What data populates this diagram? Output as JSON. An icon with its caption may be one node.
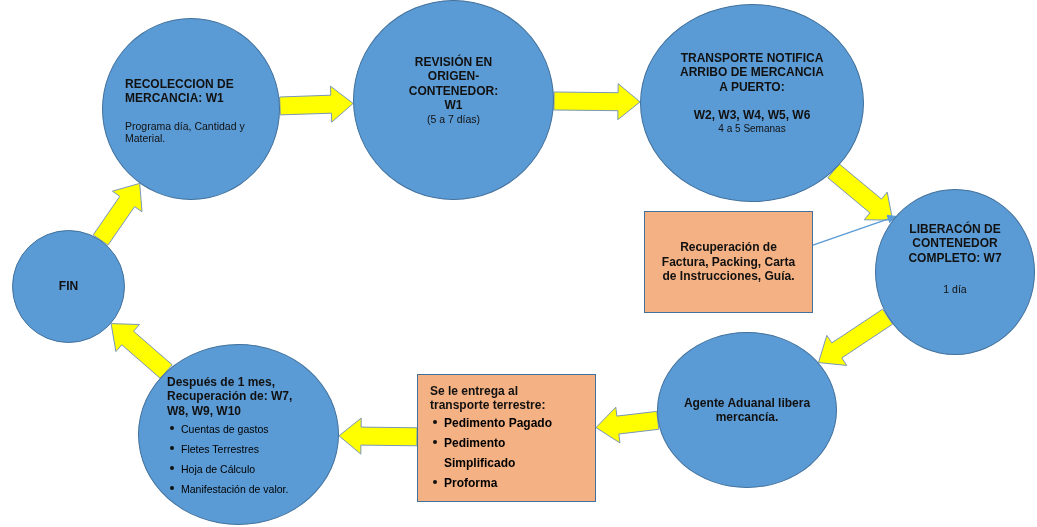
{
  "diagram": {
    "nodes": [
      {
        "text": [
          "RECOLECCION DE MERCANCIA: W1",
          "Programa día, Cantidad y Material."
        ]
      },
      {
        "text": [
          "REVISIÓN EN ORIGEN-CONTENEDOR: W1",
          "(5 a 7 días)"
        ]
      },
      {
        "text": [
          "TRANSPORTE NOTIFICA ARRIBO DE MERCANCIA A PUERTO:",
          "W2, W3, W4, W5, W6",
          "4 a 5 Semanas"
        ]
      },
      {
        "text": [
          "FIN"
        ]
      },
      {
        "text": [
          "Recuperación de Factura, Packing, Carta de Instrucciones, Guía."
        ]
      },
      {
        "text": [
          "LIBERACÓN DE CONTENEDOR COMPLETO: W7",
          "1 día"
        ]
      },
      {
        "text": [
          "Después de 1 mes, Recuperación de: W7, W8, W9, W10",
          "Cuentas de gastos",
          "Fletes Terrestres",
          "Hoja de Cálculo",
          "Manifestación de valor."
        ]
      },
      {
        "text": [
          "Se le entrega al transporte terrestre:",
          "Pedimento Pagado",
          "Pedimento Simplificado",
          "Proforma"
        ]
      },
      {
        "text": [
          "Agente Aduanal libera mercancía."
        ]
      }
    ],
    "edges": [
      {
        "from": 0,
        "to": 1,
        "arrow": "to"
      },
      {
        "from": 1,
        "to": 2,
        "arrow": "to"
      },
      {
        "from": 2,
        "to": 5,
        "arrow": "to"
      },
      {
        "from": 5,
        "to": 8,
        "arrow": "to"
      },
      {
        "from": 8,
        "to": 7,
        "arrow": "to"
      },
      {
        "from": 7,
        "to": 6,
        "arrow": "to"
      },
      {
        "from": 6,
        "to": 3,
        "arrow": "to"
      },
      {
        "from": 3,
        "to": 0,
        "arrow": "to"
      },
      {
        "from": 4,
        "to": 5,
        "arrow": "to",
        "color": "#5b9bd5"
      }
    ]
  }
}
